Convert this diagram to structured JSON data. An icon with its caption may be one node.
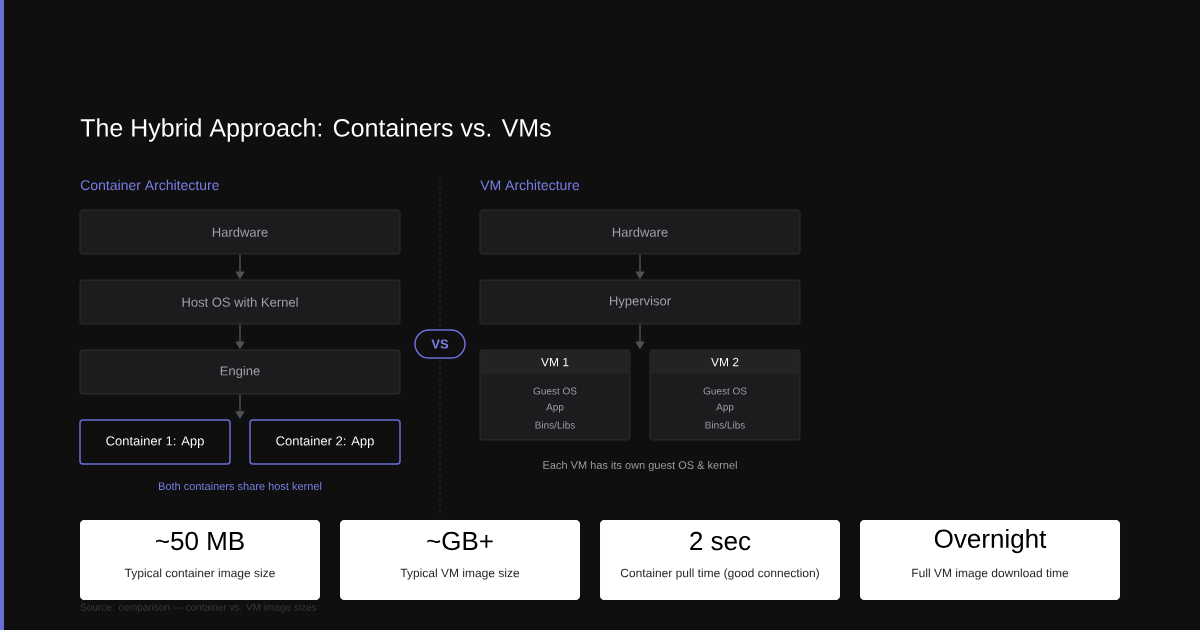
{
  "diagram": {
    "title": "The Hybrid Approach: Containers vs. VMs",
    "nodes": [
      {
        "text": [
          "Hardware"
        ]
      },
      {
        "text": [
          "Host OS with Kernel"
        ]
      },
      {
        "text": [
          "Engine"
        ]
      },
      {
        "text": [
          "Container 1: App"
        ]
      },
      {
        "text": [
          "Container 2: App"
        ]
      },
      {
        "text": [
          "VS"
        ]
      },
      {
        "text": [
          "Hardware"
        ]
      },
      {
        "text": [
          "Hypervisor"
        ]
      },
      {
        "text": [
          "VM 1",
          "Guest OS",
          "App",
          "Bins/Libs"
        ]
      },
      {
        "text": [
          "VM 2",
          "Guest OS",
          "App",
          "Bins/Libs"
        ]
      },
      {
        "text": [
          "~50 MB",
          "Typical container image size"
        ]
      },
      {
        "text": [
          "~GB+",
          "Typical VM image size"
        ]
      },
      {
        "text": [
          "2 sec",
          "Container pull time (good connection)"
        ]
      },
      {
        "text": [
          "Overnight",
          "Full VM image download time"
        ]
      }
    ],
    "edges": [
      {
        "from": 0,
        "to": 1,
        "arrow": "to"
      },
      {
        "from": 1,
        "to": 2,
        "arrow": "to"
      },
      {
        "from": 2,
        "to": 3,
        "arrow": "to"
      },
      {
        "from": 2,
        "to": 4,
        "arrow": "to"
      },
      {
        "from": 6,
        "to": 7,
        "arrow": "to"
      },
      {
        "from": 7,
        "to": 8,
        "arrow": "to"
      },
      {
        "from": 7,
        "to": 9,
        "arrow": "to"
      }
    ],
    "labels": [
      "Container Architecture",
      "VM Architecture",
      "Both containers share host kernel",
      "Each VM has its own guest OS & kernel",
      "Source: comparison — container vs. VM image sizes"
    ]
  }
}
